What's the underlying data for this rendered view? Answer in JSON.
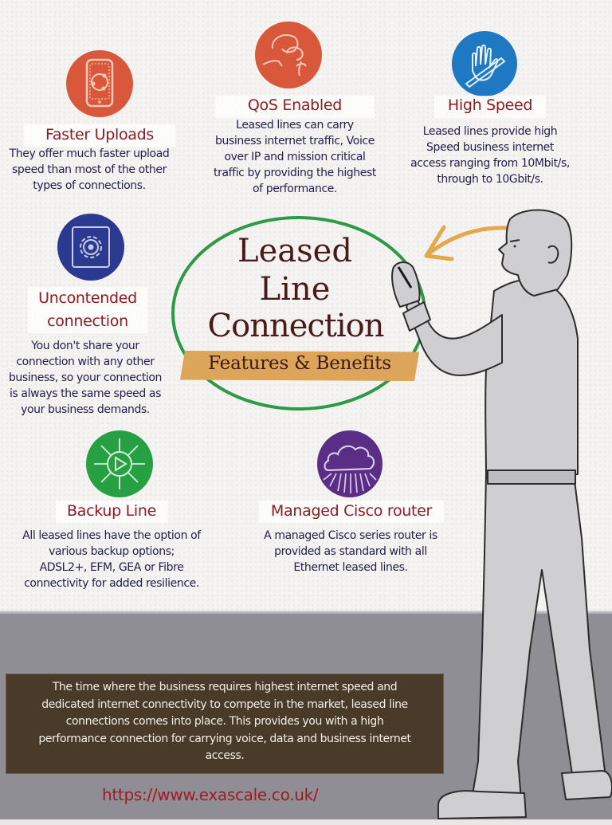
{
  "header": {
    "title_line1": "Leased",
    "title_line2": "Line",
    "title_line3": "Connection",
    "subtitle": "Features & Benefits"
  },
  "colors": {
    "title_text": "#4a1a18",
    "feature_title": "#8b1c22",
    "feature_desc": "#22214d",
    "ribbon": "#dca55a",
    "ellipse": "#2e9a47",
    "arrow": "#e3a74c",
    "floor": "#8f8e94",
    "summary_box": "#4a3a2a",
    "website": "#9e1b22"
  },
  "features": [
    {
      "title": "Faster Uploads",
      "icon": "smartphone-sync-icon",
      "icon_color": "#d9583c",
      "lines": [
        "They offer much faster upload",
        "speed than most of the other",
        "types of connections."
      ]
    },
    {
      "title": "QoS Enabled",
      "icon": "conversation-heads-icon",
      "icon_color": "#d9583c",
      "lines": [
        "Leased lines can carry",
        "business internet traffic, Voice",
        "over IP and mission critical",
        "traffic by providing the highest",
        "of performance."
      ]
    },
    {
      "title": "High Speed",
      "icon": "hand-pen-icon",
      "icon_color": "#1e78c2",
      "lines": [
        "Leased lines provide high",
        "Speed business internet",
        "access ranging from 10Mbit/s,",
        "through to 10Gbit/s."
      ]
    },
    {
      "title_line1": "Uncontended",
      "title_line2": "connection",
      "icon": "gear-icon",
      "icon_color": "#2b3990",
      "lines": [
        "You don't share your",
        "connection with any other",
        "business, so your connection",
        "is always the same speed as",
        "your business demands."
      ]
    },
    {
      "title": "Backup Line",
      "icon": "play-broadcast-icon",
      "icon_color": "#27a043",
      "lines": [
        "All leased lines have the option of",
        "various backup options;",
        "ADSL2+, EFM, GEA or Fibre",
        "connectivity for added resilience."
      ]
    },
    {
      "title": "Managed Cisco router",
      "icon": "cloud-icon",
      "icon_color": "#5a2d86",
      "lines": [
        "A managed Cisco series router is",
        "provided as standard with all",
        "Ethernet leased lines."
      ]
    }
  ],
  "summary": {
    "lines": [
      "The time where the business requires highest internet speed and",
      "dedicated internet connectivity to compete in the market, leased line",
      "connections comes into place. This provides you with a high",
      "performance connection for carrying voice, data and business internet",
      "access."
    ]
  },
  "footer": {
    "website": "https://www.exascale.co.uk/"
  }
}
